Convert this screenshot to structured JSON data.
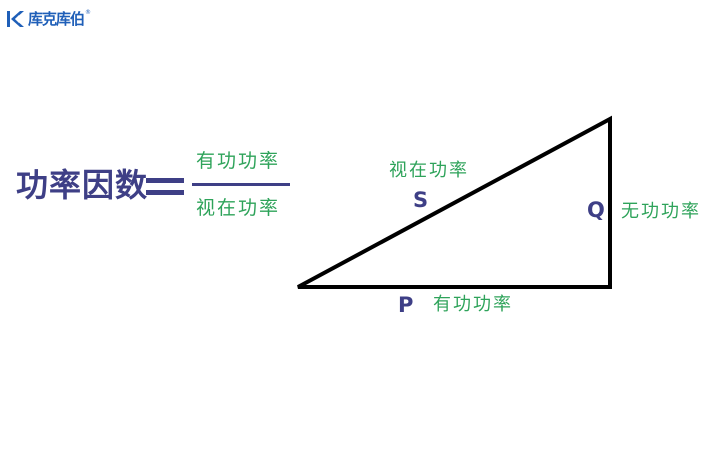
{
  "logo": {
    "text": "库克库伯",
    "registered": "®",
    "color": "#1f5fb8"
  },
  "formula": {
    "label": "功率因数",
    "equals": "=",
    "numerator": "有功功率",
    "denominator": "视在功率"
  },
  "triangle": {
    "hypotenuse_letter": "S",
    "hypotenuse_label": "视在功率",
    "vertical_letter": "Q",
    "vertical_label": "无功功率",
    "base_letter": "P",
    "base_label": "有功功率"
  },
  "colors": {
    "letter": "#3e3f86",
    "green_text": "#2ea35a",
    "line": "#000000"
  }
}
